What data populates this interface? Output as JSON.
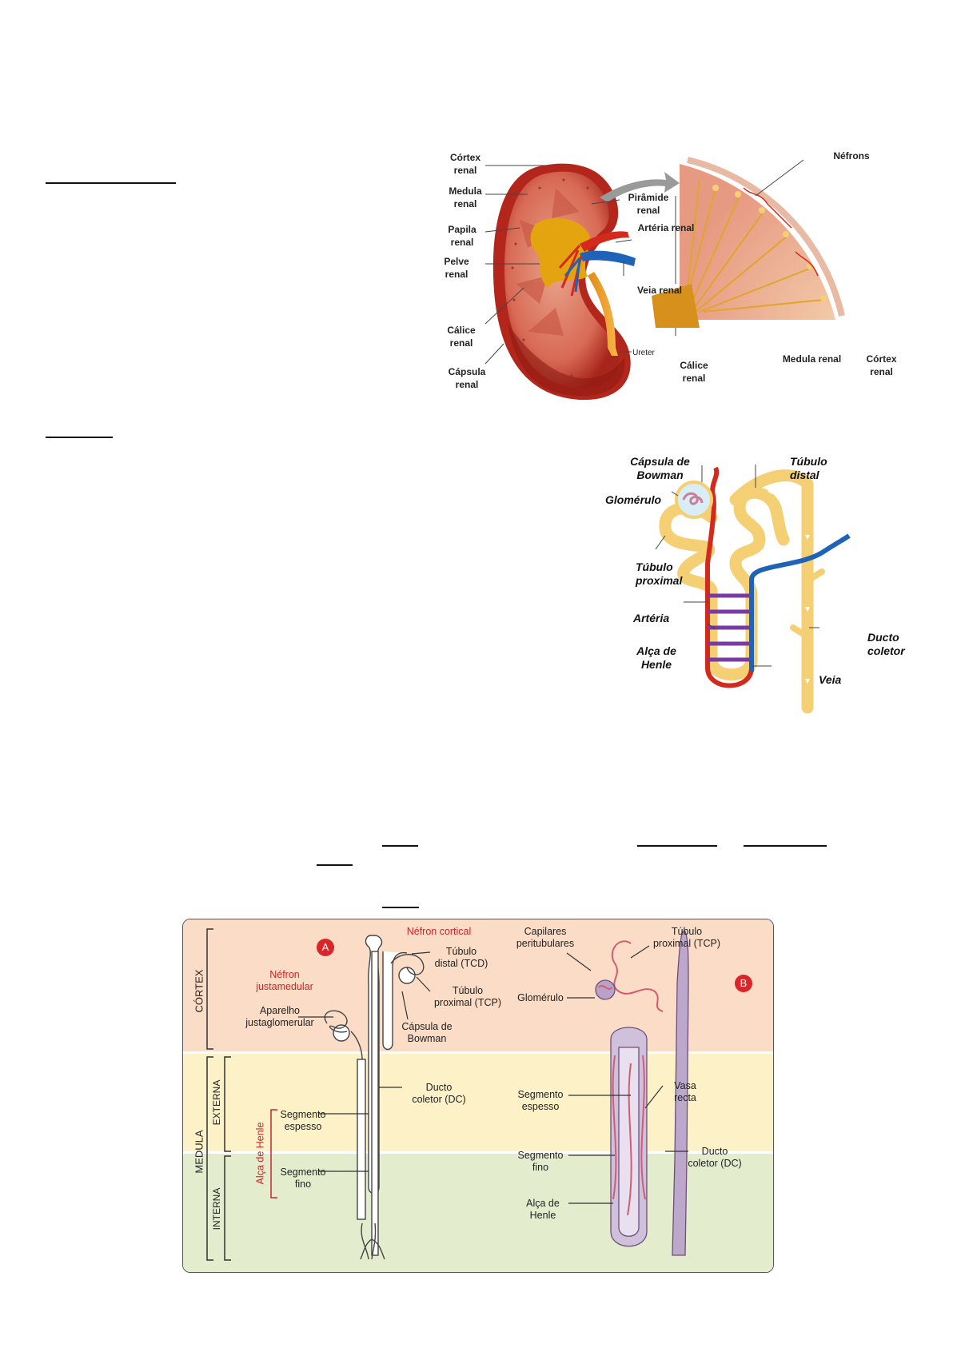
{
  "figure1": {
    "left_labels": [
      "Córtex\nrenal",
      "Medula\nrenal",
      "Papila\nrenal",
      "Pelve\nrenal",
      "Cálice\nrenal",
      "Cápsula\nrenal"
    ],
    "middle_labels": [
      "Pirâmide\nrenal",
      "Artéria renal",
      "Veia renal",
      "Ureter"
    ],
    "zoom_labels": [
      "Néfrons",
      "Cálice\nrenal",
      "Medula renal",
      "Córtex\nrenal"
    ]
  },
  "figure2": {
    "labels": [
      "Cápsula de\nBowman",
      "Túbulo\ndistal",
      "Glomérulo",
      "Túbulo\nproximal",
      "Artéria",
      "Alça de\nHenle",
      "Ducto\ncoletor",
      "Veia"
    ]
  },
  "figure3": {
    "zones": [
      "CÓRTEX",
      "MEDULA",
      "EXTERNA",
      "INTERNA"
    ],
    "badges": [
      "A",
      "B"
    ],
    "left_red_labels": [
      "Néfron cortical",
      "Néfron\njustamedular",
      "Alça de Henle"
    ],
    "left_labels": [
      "Túbulo\ndistal (TCD)",
      "Túbulo\nproximal (TCP)",
      "Aparelho\njustaglomerular",
      "Cápsula de\nBowman",
      "Ducto\ncoletor (DC)",
      "Segmento\nespesso",
      "Segmento\nfino"
    ],
    "right_labels": [
      "Capilares\nperitubulares",
      "Túbulo\nproximal (TCP)",
      "Glomérulo",
      "Vasa\nrecta",
      "Segmento\nespesso",
      "Ducto\ncoletor (DC)",
      "Segmento\nfino",
      "Alça de\nHenle"
    ]
  },
  "colors": {
    "artery": "#d42a1e",
    "vein": "#1f63b8",
    "tubule": "#f5cf73",
    "cortex_band": "#fbdcc6",
    "outer_medulla_band": "#fdf1c8",
    "inner_medulla_band": "#e3edce",
    "label_red": "#c8262a"
  }
}
